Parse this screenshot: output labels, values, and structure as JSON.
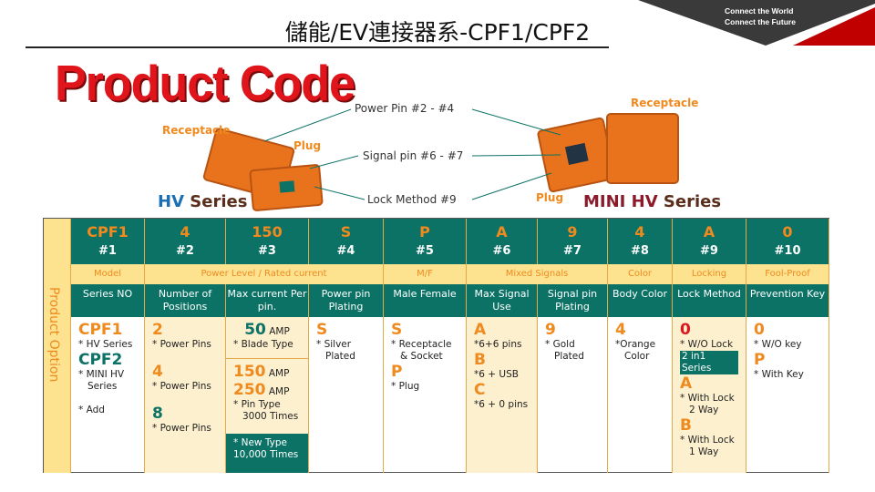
{
  "title": "儲能/EV連接器系-CPF1/CPF2",
  "slogan": [
    "Connect the World",
    "Connect the Future"
  ],
  "heading": "Product Code",
  "diagram": {
    "receptacle_left": "Receptacle",
    "plug_left": "Plug",
    "hv_series": [
      "HV",
      "Series"
    ],
    "power_pin": "Power Pin   #2 - #4",
    "signal_pin": "Signal pin #6 - #7",
    "lock_method": "Lock Method  #9",
    "receptacle_right": "Receptacle",
    "plug_right": "Plug",
    "mini_series": [
      "MINI HV",
      "Series"
    ]
  },
  "table": {
    "side_label": "Product Option",
    "columns": [
      {
        "code": "CPF1",
        "num": "#1",
        "sub": "Series NO"
      },
      {
        "code": "4",
        "num": "#2",
        "sub": "Number of Positions"
      },
      {
        "code": "150",
        "num": "#3",
        "sub": "Max current Per pin."
      },
      {
        "code": "S",
        "num": "#4",
        "sub": "Power pin Plating"
      },
      {
        "code": "P",
        "num": "#5",
        "sub": "Male Female"
      },
      {
        "code": "A",
        "num": "#6",
        "sub": "Max Signal Use"
      },
      {
        "code": "9",
        "num": "#7",
        "sub": "Signal pin Plating"
      },
      {
        "code": "4",
        "num": "#8",
        "sub": "Body Color"
      },
      {
        "code": "A",
        "num": "#9",
        "sub": "Lock Method"
      },
      {
        "code": "0",
        "num": "#10",
        "sub": "Prevention Key"
      }
    ],
    "groups": [
      "Model",
      "Power Level  / Rated current",
      "M/F",
      "Mixed Signals",
      "Color",
      "Locking",
      "Fool-Proof"
    ],
    "c1": [
      "CPF1",
      "* HV Series",
      "CPF2",
      "* MINI HV",
      "Series",
      "*  Add"
    ],
    "c2": [
      "2",
      "* Power Pins",
      "4",
      "* Power Pins",
      "8",
      "* Power Pins"
    ],
    "c3": [
      "50",
      "AMP",
      "* Blade Type",
      "150",
      "AMP",
      "250",
      "AMP",
      "* Pin Type",
      "3000 Times",
      "* New Type",
      "10,000 Times"
    ],
    "c4": [
      "S",
      "* Silver",
      "Plated"
    ],
    "c5": [
      "S",
      "* Receptacle",
      "& Socket",
      "P",
      "* Plug"
    ],
    "c6": [
      "A",
      "*6+6 pins",
      "B",
      "*6 + USB",
      "C",
      "*6 + 0 pins"
    ],
    "c7": [
      "9",
      "* Gold",
      "Plated"
    ],
    "c8": [
      "4",
      "*Orange",
      "Color"
    ],
    "c9": [
      "0",
      "* W/O Lock",
      "2 in1 Series",
      "A",
      "* With Lock",
      "2 Way",
      "B",
      "* With Lock",
      "1 Way"
    ],
    "c10": [
      "0",
      "* W/O key",
      "P",
      "* With Key"
    ]
  }
}
